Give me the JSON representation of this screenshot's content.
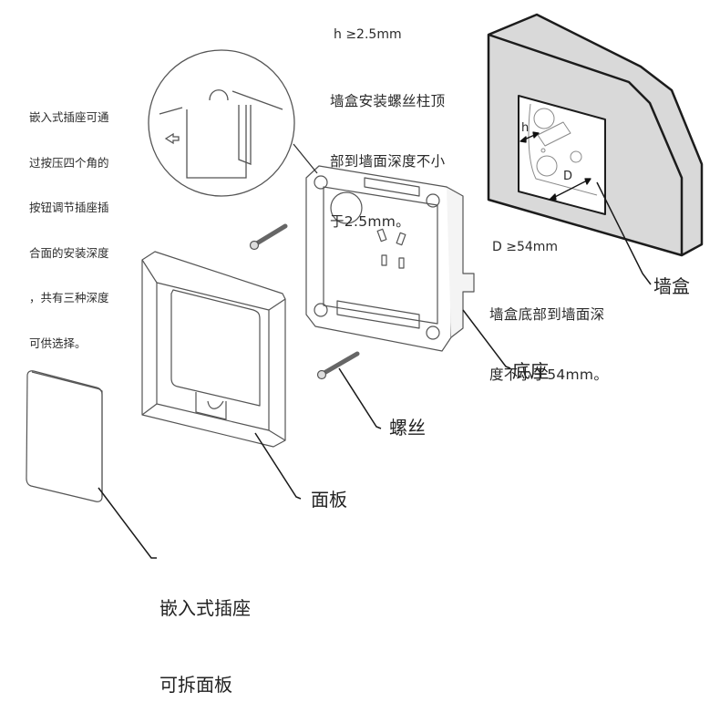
{
  "diagram": {
    "title": "Embedded socket installation exploded view",
    "annotations": {
      "depth_adjust_note": [
        "嵌入式插座可通",
        "过按压四个角的",
        "按钮调节插座插",
        "合面的安装深度",
        "，共有三种深度",
        "可供选择。"
      ],
      "h_requirement_title": "h ≥2.5mm",
      "h_requirement_text": [
        "墙盒安装螺丝柱顶",
        "部到墙面深度不小",
        "于2.5mm。"
      ],
      "d_requirement_title": "D ≥54mm",
      "d_requirement_text": [
        "墙盒底部到墙面深",
        "度不小于54mm。"
      ]
    },
    "dimension_labels": {
      "h": "h",
      "d": "D"
    },
    "callouts": {
      "wall_box": "墙盒",
      "base": "底座",
      "screw": "螺丝",
      "frame": "面板",
      "removable_panel": [
        "嵌入式插座",
        "可拆面板"
      ]
    },
    "colors": {
      "line": "#3a3a3a",
      "wall_fill": "#d9d9d9",
      "leader": "#1a1a1a",
      "screw": "#6a6a6a"
    }
  }
}
